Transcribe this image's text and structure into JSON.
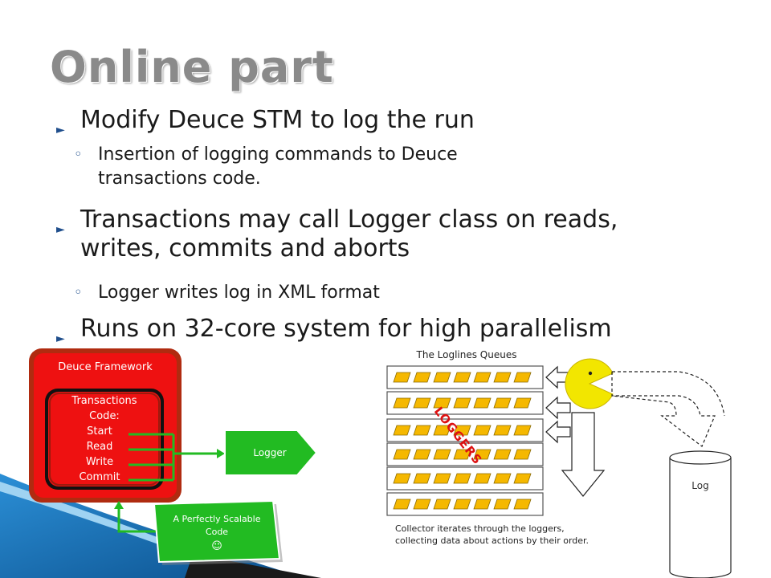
{
  "slide": {
    "title": "Online part",
    "bullets": [
      {
        "lines": [
          "Modify Deuce STM to log the run"
        ]
      },
      {
        "lines": [
          "Insertion of logging commands to Deuce",
          "transactions code."
        ]
      },
      {
        "lines": [
          "Transactions may call Logger class on reads,",
          "writes, commits and aborts"
        ]
      },
      {
        "lines": [
          "Logger writes log in XML format"
        ]
      },
      {
        "lines": [
          "Runs on 32-core system for high parallelism"
        ]
      }
    ]
  },
  "diagram": {
    "framework_label": "Deuce Framework",
    "code_box_lines": [
      "Transactions",
      "Code:",
      "Start",
      "Read",
      "Write",
      "Commit"
    ],
    "logger_label": "Logger",
    "scalable_lines": [
      "A Perfectly Scalable",
      "Code",
      "☺"
    ],
    "queues_title": "The Loglines Queues",
    "loggers_label": "LOGGERS",
    "log_label": "Log",
    "collector_note_lines": [
      "Collector iterates through the loggers,",
      "collecting data about actions by their order."
    ]
  },
  "colors": {
    "framework_red": "#ee1111",
    "framework_border": "#b02b10",
    "green": "#22bb22",
    "queue_block": "#f5b800",
    "loggers_text": "#dd1111",
    "bullet_icon": "#1f4e8c"
  }
}
